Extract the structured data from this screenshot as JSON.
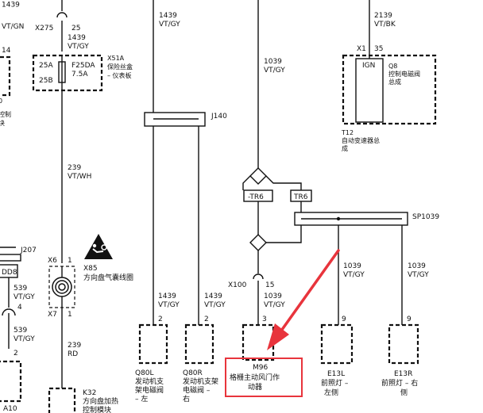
{
  "wires": {
    "left_top_code": "1439",
    "left_top_color": "VT/GY",
    "left_mid_code": "1439",
    "left_mid_color": "VT/GY",
    "center_left_top_code": "1439",
    "center_left_top_color": "VT/GY",
    "ign_top_code": "2139",
    "ign_top_color": "VT/BK",
    "center_code": "1039",
    "center_color": "VT/GY",
    "vt_wh_code": "239",
    "vt_wh_color": "VT/WH",
    "left_539a_code": "539",
    "left_539a_color": "VT/GY",
    "left_539b_code": "539",
    "left_539b_color": "VT/GY",
    "q80l_code": "1439",
    "q80l_color": "VT/GY",
    "q80r_code": "1439",
    "q80r_color": "VT/GY",
    "m96_code": "1039",
    "m96_color": "VT/GY",
    "e13l_code": "1039",
    "e13l_color": "VT/GY",
    "e13r_code": "1039",
    "e13r_color": "VT/GY",
    "rd_code": "239",
    "rd_color": "RD",
    "vt_gn_color": "VT/GN"
  },
  "connectors": {
    "x275": "X275",
    "x275_pin": "25",
    "x1": "X1",
    "x1_pin": "35",
    "x6": "X6",
    "x6_pin": "1",
    "x7": "X7",
    "x7_pin": "1",
    "x100": "X100",
    "x100_pin": "15",
    "j140": "J140",
    "j207": "J207",
    "sp1039": "SP1039",
    "dd8": "DD8",
    "pin_4": "4",
    "pin_2_left": "2",
    "pin_q80l": "2",
    "pin_q80r": "2",
    "pin_m96": "3",
    "pin_e13l": "9",
    "pin_e13r": "9",
    "pin_14": "14"
  },
  "fuse": {
    "name": "F25DA",
    "rating": "7.5A",
    "pin_a": "25A",
    "pin_b": "25B",
    "block_code": "X51A",
    "block_line1": "保险丝盒",
    "block_line2": "– 仪表板"
  },
  "tcm": {
    "ign_label": "IGN",
    "q8_code": "Q8",
    "q8_line1": "控制电磁阀",
    "q8_line2": "总成",
    "t12_code": "T12",
    "t12_line1": "自动变速器总",
    "t12_line2": "成"
  },
  "relays": {
    "neg": "-TR6",
    "pos": "TR6"
  },
  "airbag": {
    "code": "X85",
    "label": "方向盘气囊线圈"
  },
  "components": {
    "q80l_code": "Q80L",
    "q80l_line1": "发动机支",
    "q80l_line2": "架电磁阀",
    "q80l_line3": "– 左",
    "q80r_code": "Q80R",
    "q80r_line1": "发动机支架",
    "q80r_line2": "电磁阀 –",
    "q80r_line3": "右",
    "m96_code": "M96",
    "m96_line1": "格栅主动风门作",
    "m96_line2": "动器",
    "e13l_code": "E13L",
    "e13l_line1": "前照灯 –",
    "e13l_line2": "左侧",
    "e13r_code": "E13R",
    "e13r_line1": "前照灯 – 右",
    "e13r_line2": "侧",
    "k32_code": "K32",
    "k32_line1": "方向盘加热",
    "k32_line2": "控制模块",
    "a10_code": "A10",
    "left_partial_1": "控制",
    "left_partial_2": "块"
  },
  "colors": {
    "line": "#111111",
    "highlight": "#e8343c"
  },
  "icons": {
    "airbag": "airbag-warning-icon",
    "coil": "clockspring-coil-icon",
    "arrow": "highlight-arrow-icon"
  }
}
